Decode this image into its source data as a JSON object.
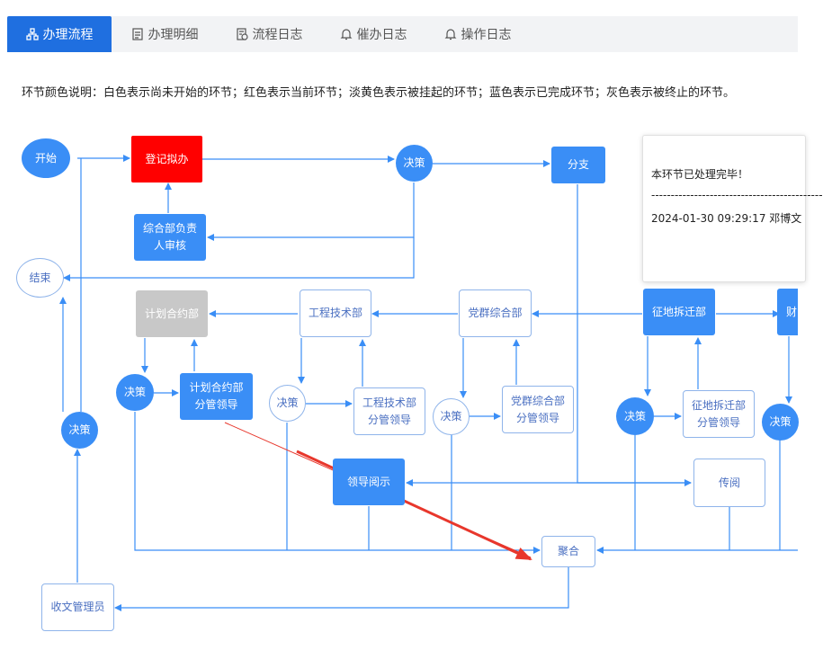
{
  "tabs": [
    {
      "label": "办理流程",
      "icon": "flow-icon",
      "active": true
    },
    {
      "label": "办理明细",
      "icon": "document-icon",
      "active": false
    },
    {
      "label": "流程日志",
      "icon": "log-icon",
      "active": false
    },
    {
      "label": "催办日志",
      "icon": "bell-icon",
      "active": false
    },
    {
      "label": "操作日志",
      "icon": "bell-icon",
      "active": false
    }
  ],
  "legend_text": "环节颜色说明：白色表示尚未开始的环节；红色表示当前环节；淡黄色表示被挂起的环节；蓝色表示已完成环节；灰色表示被终止的环节。",
  "colors": {
    "completed": "#3a8ef6",
    "current": "#ff0000",
    "terminated": "#c8c8c8",
    "not_started": "#ffffff",
    "tab_active": "#1f6fe0",
    "arrow_annotation": "#e8372c"
  },
  "nodes": {
    "start": "开始",
    "register": "登记拟办",
    "decision1": "决策",
    "branch": "分支",
    "general_head": "综合部负责人审核",
    "end": "结束",
    "plan_contract": "计划合约部",
    "engineering": "工程技术部",
    "party_general": "党群综合部",
    "land_demolition": "征地拆迁部",
    "finance_partial": "财",
    "decision_plan": "决策",
    "plan_leader": "计划合约部分管领导",
    "decision_eng": "决策",
    "eng_leader": "工程技术部分管领导",
    "decision_party": "决策",
    "party_leader": "党群综合部分管领导",
    "decision_land": "决策",
    "land_leader": "征地拆迁部分管领导",
    "decision_right": "决策",
    "decision_left": "决策",
    "leader_review": "领导阅示",
    "circulate": "传阅",
    "merge": "聚合",
    "clerk": "收文管理员"
  },
  "tooltip": {
    "status": "本环节已处理完毕！",
    "divider": "--------------------------------------------",
    "record": "2024-01-30 09:29:17 邓博文"
  }
}
